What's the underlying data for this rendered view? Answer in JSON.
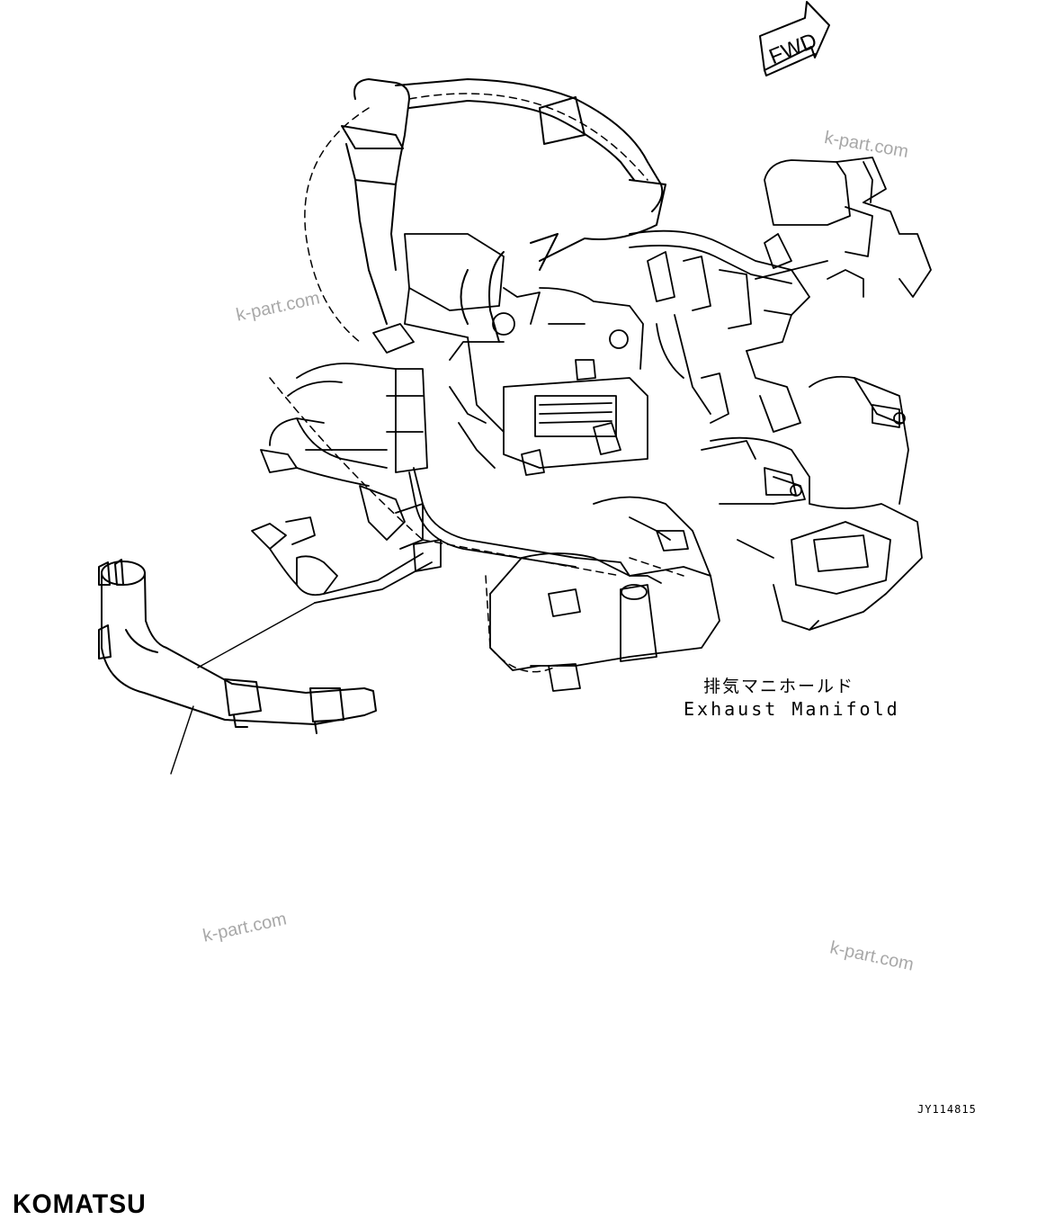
{
  "labels": {
    "japanese": "排気マニホールド",
    "english": "Exhaust Manifold"
  },
  "direction_indicator": "FWD",
  "drawing_number": "JY114815",
  "brand": "KOMATSU",
  "watermarks": [
    "k-part.com",
    "k-part.com",
    "k-part.com",
    "k-part.com"
  ]
}
